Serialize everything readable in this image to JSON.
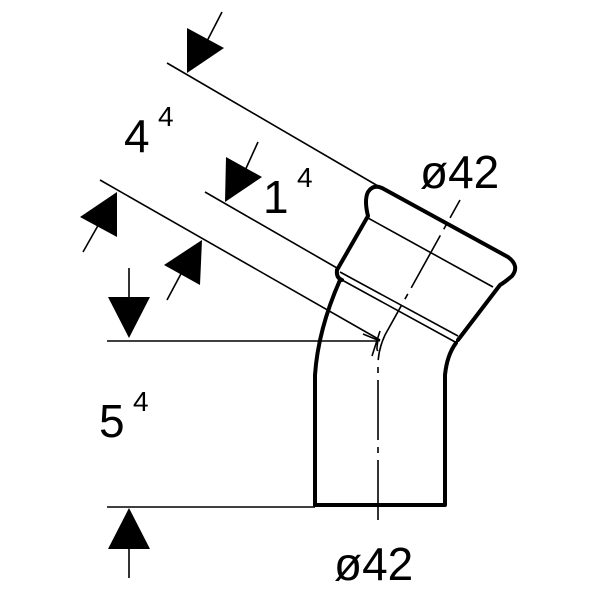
{
  "drawing": {
    "title": "45-degree pipe bend with press socket",
    "dimensions": {
      "overall_socket": {
        "value": "4",
        "sup": "4"
      },
      "socket_depth": {
        "value": "1",
        "sup": "4"
      },
      "height": {
        "value": "5",
        "sup": "4"
      },
      "top_diameter": "ø42",
      "bottom_diameter": "ø42"
    },
    "colors": {
      "line": "#000000",
      "background": "#ffffff"
    }
  }
}
